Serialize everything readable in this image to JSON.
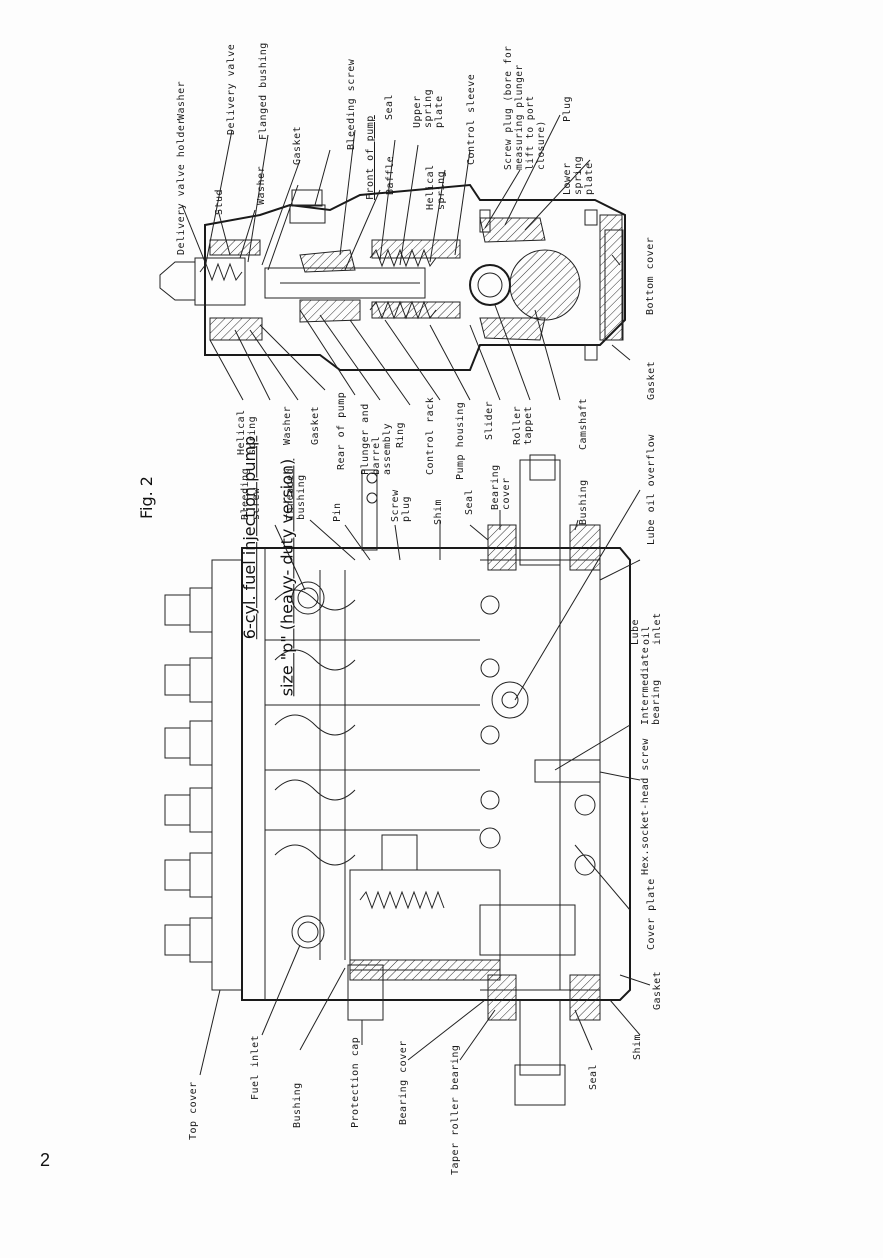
{
  "figure": {
    "number": "Fig. 2",
    "title_line1": "6-cyl. fuel injection pump",
    "title_line2": "size \"p\" (heavy- duty version)"
  },
  "page_number": "2",
  "top_labels": [
    "Delivery valve holder",
    "Stud",
    "Delivery valve",
    "Washer",
    "Flanged bushing",
    "Gasket",
    "Washer",
    "Bleeding screw",
    "Seal",
    "Front of pump",
    "Baffle",
    "Upper spring plate",
    "Helical spring",
    "Control sleeve",
    "Screw plug (bore for measuring plunger lift to port closure)",
    "Plug",
    "Lower spring plate",
    "Bottom cover"
  ],
  "middle_labels": [
    "Helical spring",
    "Washer",
    "Gasket",
    "Rear of pump",
    "Plunger and barrel assembly",
    "Ring",
    "Control rack",
    "Pump housing",
    "Slider",
    "Roller tappet",
    "Camshaft",
    "Gasket",
    "Bleeding screw",
    "Threaded bushing",
    "Pin",
    "Screw plug",
    "Shim",
    "Seal",
    "Bearing cover",
    "Bushing",
    "Lube oil overflow",
    "Lube oil inlet",
    "Intermediate bearing",
    "Hex.socket-head screw",
    "Cover plate",
    "Gasket",
    "Shim"
  ],
  "bottom_labels": [
    "Top cover",
    "Fuel inlet",
    "Bushing",
    "Protection cap",
    "Bearing cover",
    "Taper roller bearing",
    "Seal"
  ]
}
